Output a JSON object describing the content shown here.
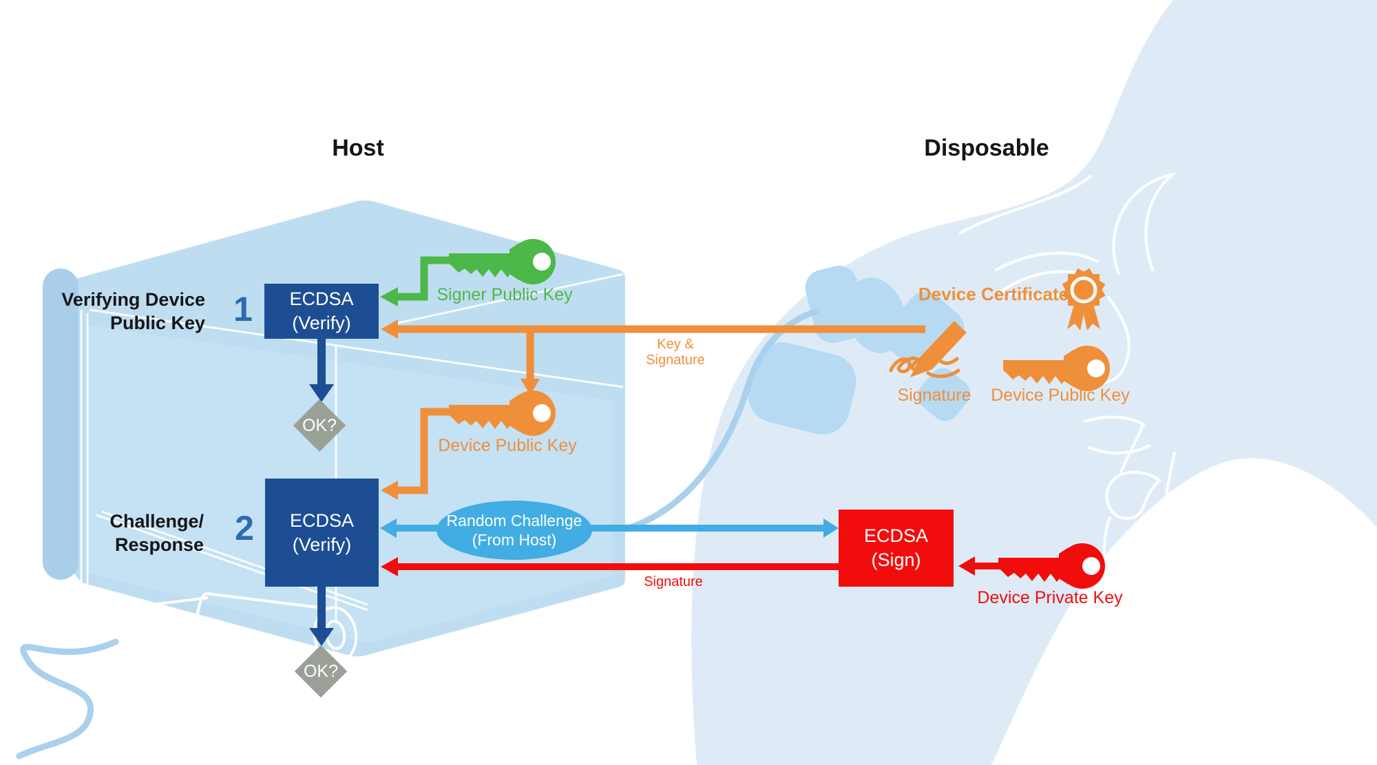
{
  "titles": {
    "host": "Host",
    "disposable": "Disposable"
  },
  "steps": {
    "step1": {
      "number": "1",
      "label_line1": "Verifying Device",
      "label_line2": "Public Key",
      "box_line1": "ECDSA",
      "box_line2": "(Verify)",
      "result": "OK?"
    },
    "step2": {
      "number": "2",
      "label_line1": "Challenge/",
      "label_line2": "Response",
      "box_line1": "ECDSA",
      "box_line2": "(Verify)",
      "result": "OK?"
    }
  },
  "sign_box": {
    "line1": "ECDSA",
    "line2": "(Sign)"
  },
  "labels": {
    "signer_public_key": "Signer Public Key",
    "device_public_key_host": "Device Public Key",
    "key_and_signature_line1": "Key &",
    "key_and_signature_line2": "Signature",
    "random_challenge_line1": "Random Challenge",
    "random_challenge_line2": "(From Host)",
    "signature_flow": "Signature",
    "device_certificate": "Device Certificate",
    "signature_icon_label": "Signature",
    "device_public_key_disposable": "Device Public Key",
    "device_private_key": "Device Private Key"
  },
  "icons": {
    "signer_public_key": "green-key-icon",
    "device_public_key_host": "orange-key-icon",
    "device_public_key_disposable": "orange-key-icon",
    "device_private_key": "red-key-icon",
    "device_certificate": "rosette-ribbon-icon",
    "signature": "pen-signature-icon"
  },
  "colors": {
    "host_panel_blue": "#BFDDF1",
    "host_panel_edge": "#A8CEEA",
    "face_silhouette": "#DEEBF7",
    "hand_blue": "#B5DAF2",
    "navy_box": "#1D4E94",
    "step_number_blue": "#2C6BAE",
    "green": "#4CB848",
    "orange": "#EF8F3A",
    "red": "#F20D0D",
    "cyan": "#41ADE2",
    "diamond_gray": "#9BA096"
  }
}
